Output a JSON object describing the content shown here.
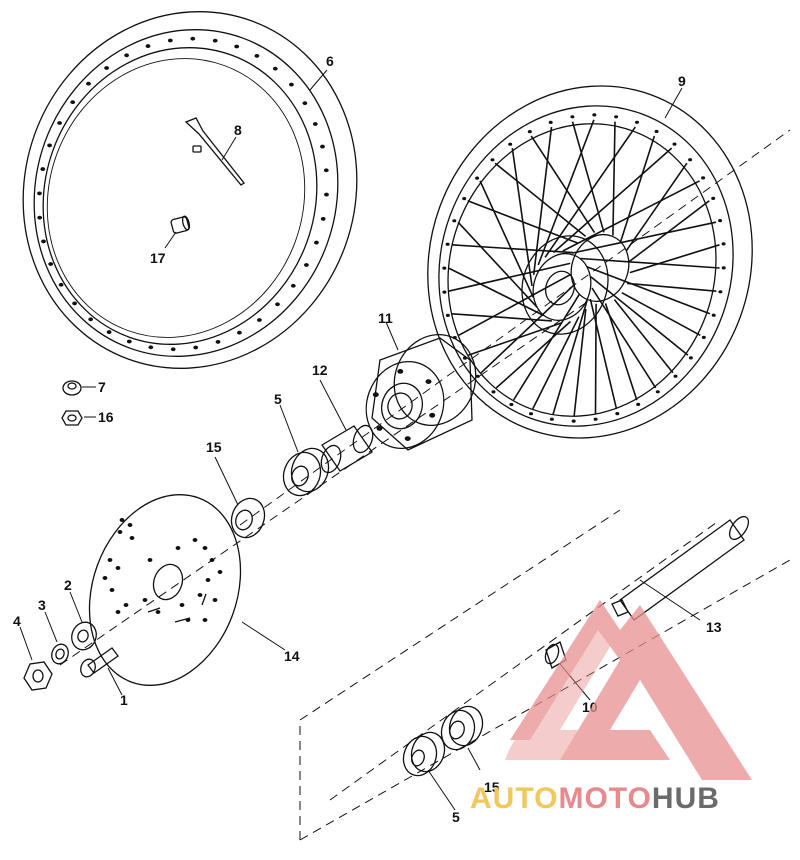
{
  "callouts": {
    "c1": "1",
    "c2": "2",
    "c3": "3",
    "c4": "4",
    "c5a": "5",
    "c5b": "5",
    "c6": "6",
    "c7": "7",
    "c8": "8",
    "c9": "9",
    "c10": "10",
    "c11": "11",
    "c12": "12",
    "c13": "13",
    "c14": "14",
    "c15a": "15",
    "c15b": "15",
    "c16": "16",
    "c17": "17"
  },
  "watermark": {
    "part1": "AUTO",
    "part2": "MOTO",
    "part3": "HUB",
    "color_auto": "#f2c75c",
    "color_moto": "#e8898d",
    "color_hub": "#6b6b6b",
    "logo_color": "#e88f90"
  },
  "colors": {
    "line": "#111111",
    "background": "#ffffff"
  }
}
